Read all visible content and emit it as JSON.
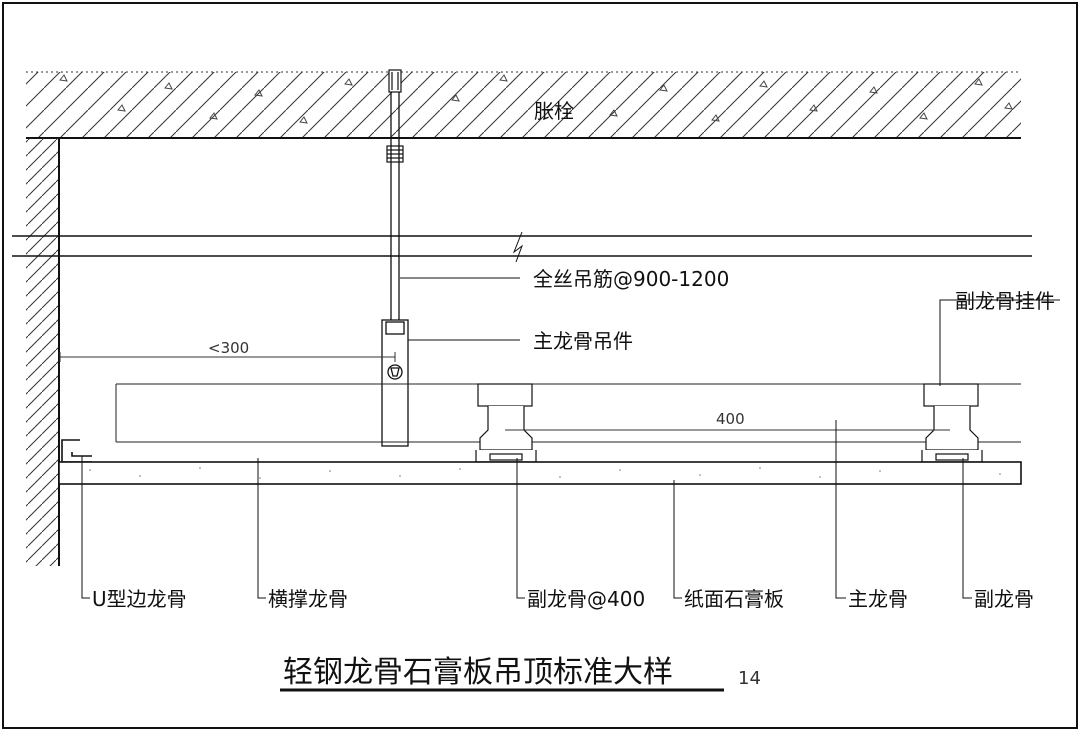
{
  "drawing": {
    "title": "轻钢龙骨石膏板吊顶标准大样",
    "number": "14"
  },
  "labels": {
    "expansion_bolt": "胀栓",
    "hanger_rod": "全丝吊筋@900-1200",
    "main_keel_hanger": "主龙骨吊件",
    "sub_keel_clip": "副龙骨挂件",
    "u_edge_keel": "U型边龙骨",
    "cross_brace_keel": "横撑龙骨",
    "sub_keel_spacing": "副龙骨@400",
    "gypsum_board": "纸面石膏板",
    "main_keel": "主龙骨",
    "sub_keel": "副龙骨"
  },
  "dimensions": {
    "edge_max": "<300",
    "sub_spacing": "400"
  },
  "colors": {
    "line": "#111111",
    "hatch": "#333333"
  }
}
